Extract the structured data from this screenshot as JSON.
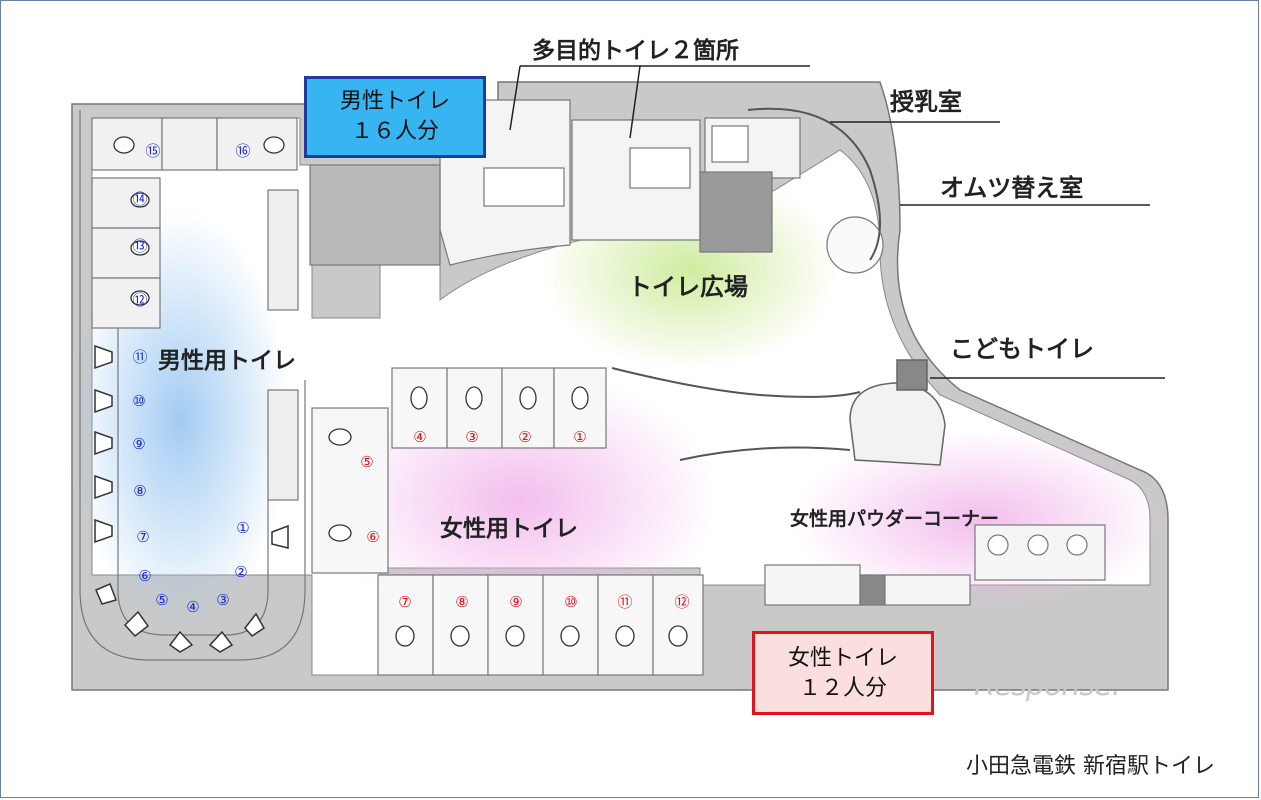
{
  "labels": {
    "multi_toilet": "多目的トイレ２箇所",
    "nursing_room": "授乳室",
    "diaper_room": "オムツ替え室",
    "plaza": "トイレ広場",
    "kids_toilet": "こどもトイレ",
    "mens_toilet": "男性用トイレ",
    "womens_toilet": "女性用トイレ",
    "powder_corner": "女性用パウダーコーナー"
  },
  "men_box": {
    "line1": "男性トイレ",
    "line2": "１６人分"
  },
  "women_box": {
    "line1": "女性トイレ",
    "line2": "１２人分"
  },
  "caption": "小田急電鉄 新宿駅トイレ",
  "watermark": "Response.",
  "mens_numbers": [
    "⑮",
    "⑯",
    "⑭",
    "⑬",
    "⑫",
    "⑪",
    "⑩",
    "⑨",
    "⑧",
    "⑦",
    "⑥",
    "⑤",
    "④",
    "③",
    "②",
    "①"
  ],
  "womens_numbers": [
    "④",
    "③",
    "②",
    "①",
    "⑤",
    "⑥",
    "⑦",
    "⑧",
    "⑨",
    "⑩",
    "⑪",
    "⑫"
  ],
  "colors": {
    "men_accent": "#36b5f2",
    "women_accent": "#e0141a",
    "men_number": "#1a2bd6",
    "women_number": "#e0141a"
  }
}
